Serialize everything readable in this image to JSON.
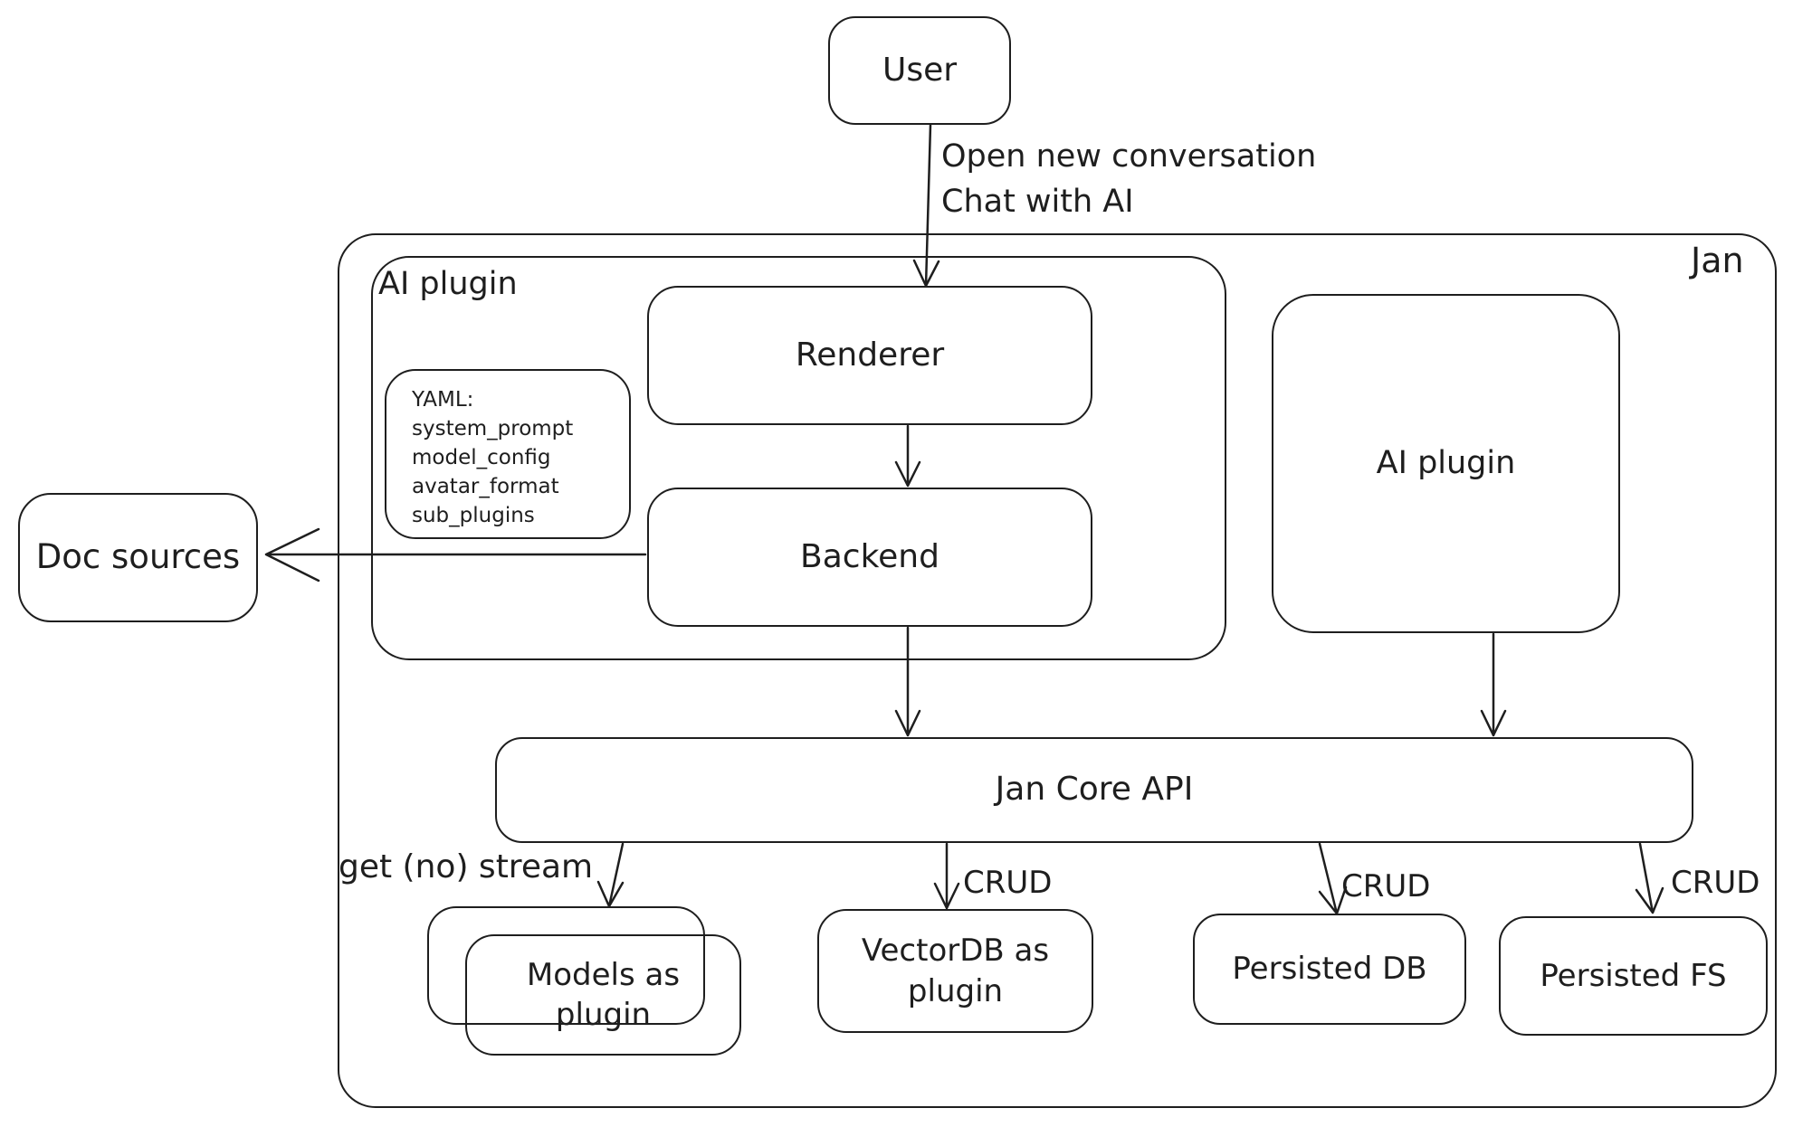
{
  "colors": {
    "stroke": "#1e1e1e",
    "background": "#ffffff"
  },
  "nodes": {
    "user": "User",
    "jan": "Jan",
    "ai_plugin_left": "AI plugin",
    "renderer": "Renderer",
    "backend": "Backend",
    "ai_plugin_right": "AI plugin",
    "doc_sources": "Doc sources",
    "jan_core_api": "Jan Core API",
    "models_as_plugin": "Models as plugin",
    "vectordb_as_plugin": "VectorDB as plugin",
    "persisted_db": "Persisted DB",
    "persisted_fs": "Persisted FS"
  },
  "yaml_note": {
    "lines": [
      "YAML:",
      "system_prompt",
      "model_config",
      "avatar_format",
      "sub_plugins"
    ]
  },
  "edge_labels": {
    "user_line1": "Open new conversation",
    "user_line2": "Chat with AI",
    "get_no_stream": "get (no) stream",
    "crud": [
      "CRUD",
      "CRUD",
      "CRUD"
    ]
  }
}
